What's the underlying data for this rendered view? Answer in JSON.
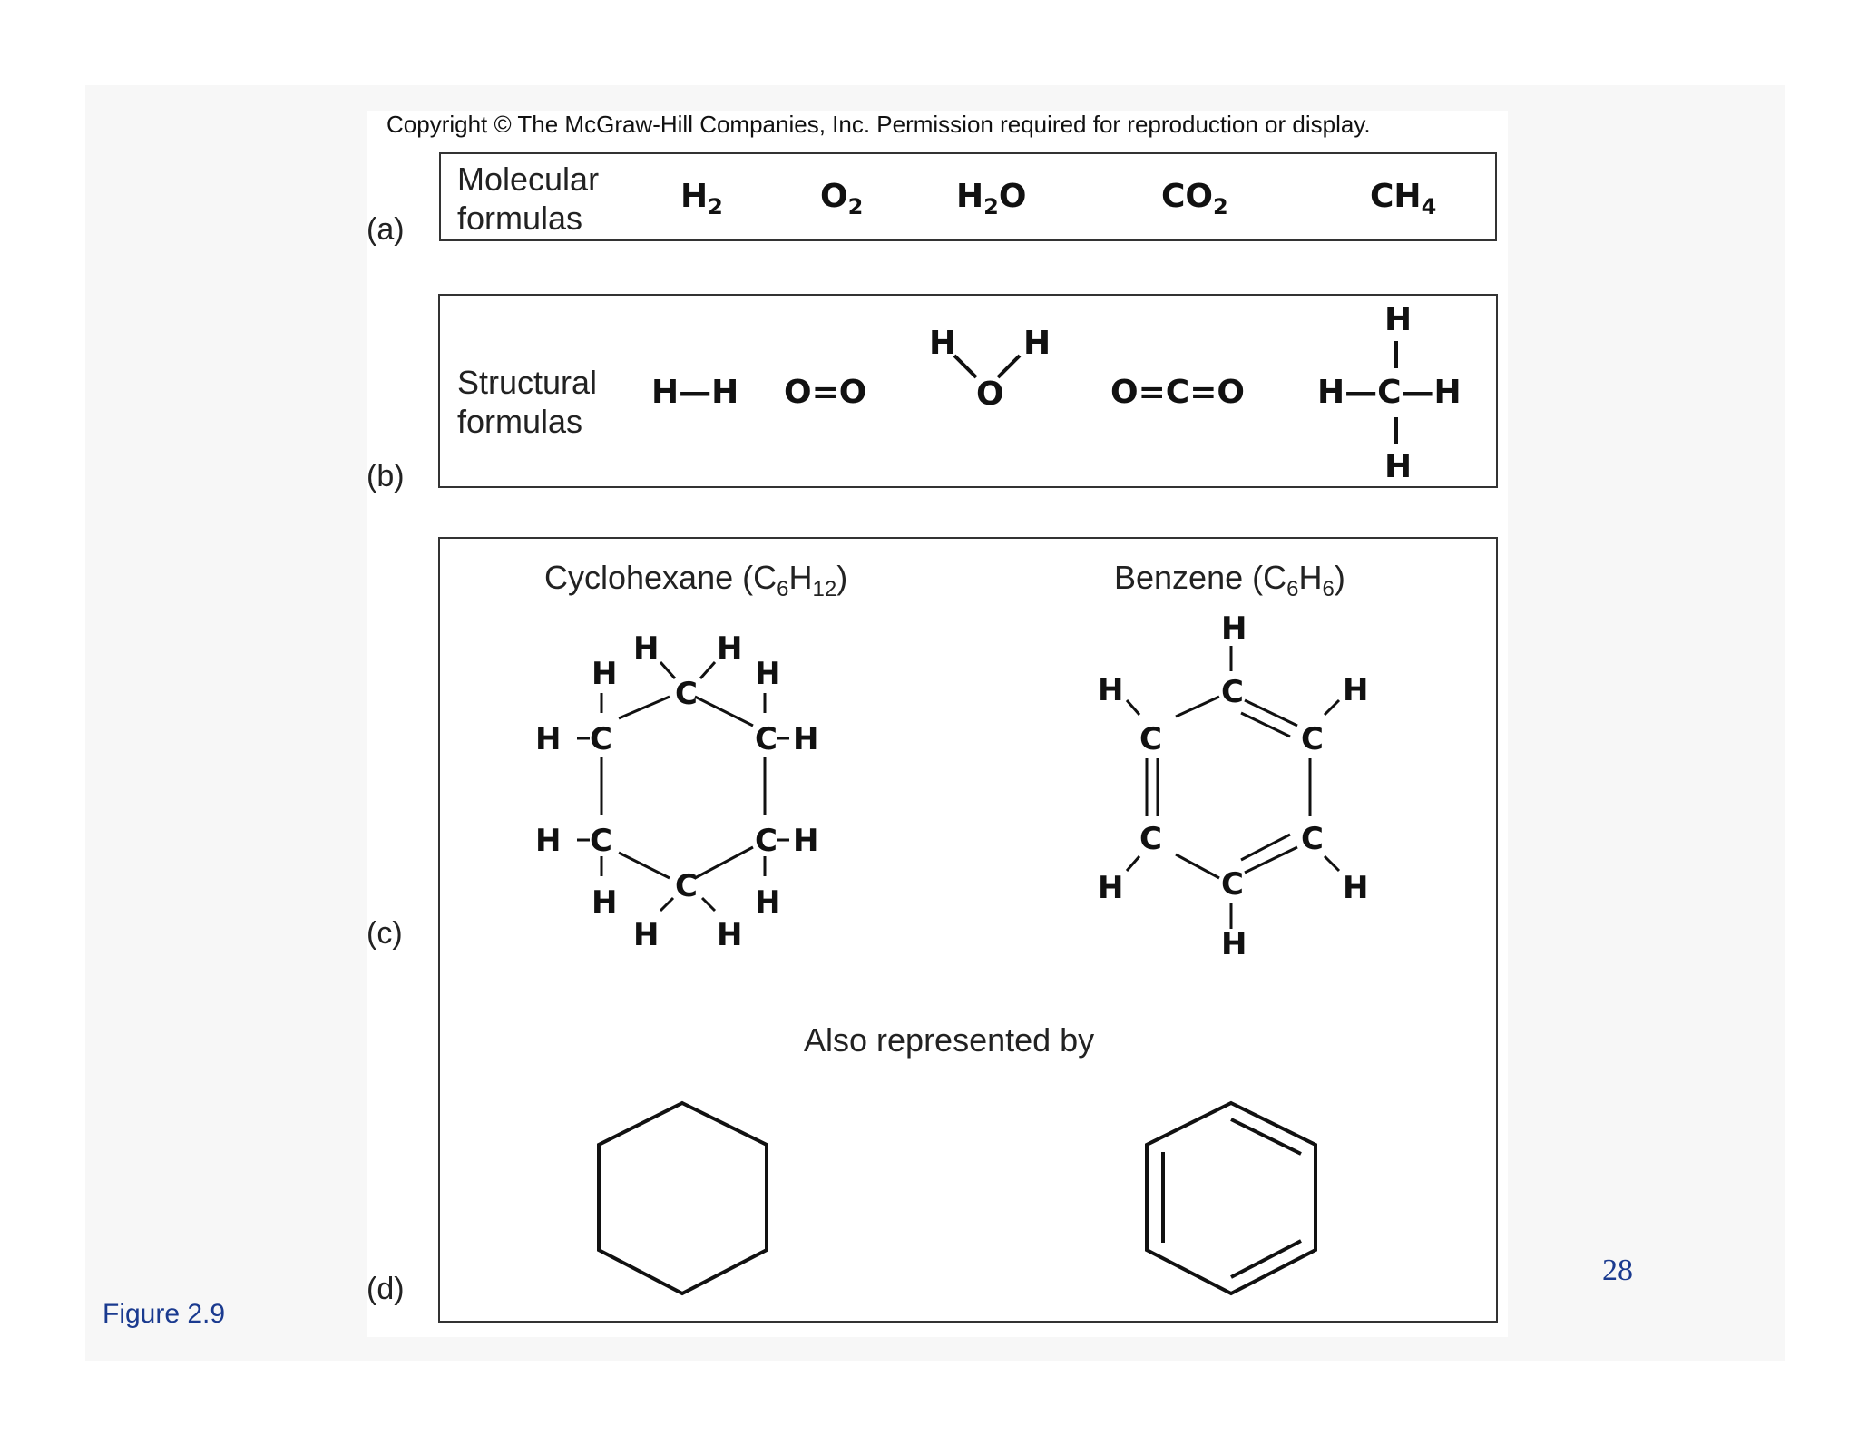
{
  "copyright": "Copyright © The McGraw-Hill Companies, Inc. Permission required for reproduction or display.",
  "parts": {
    "a": "(a)",
    "b": "(b)",
    "c": "(c)",
    "d": "(d)"
  },
  "molecular": {
    "label_line1": "Molecular",
    "label_line2": "formulas",
    "items": [
      {
        "base": "H",
        "sub": "2",
        "rest": ""
      },
      {
        "base": "O",
        "sub": "2",
        "rest": ""
      },
      {
        "base": "H",
        "sub": "2",
        "rest": "O"
      },
      {
        "base": "CO",
        "sub": "2",
        "rest": ""
      },
      {
        "base": "CH",
        "sub": "4",
        "rest": ""
      }
    ]
  },
  "structural": {
    "label_line1": "Structural",
    "label_line2": "formulas",
    "h2": "H—H",
    "o2": "O=O",
    "co2": "O=C=O",
    "methane_row": "H—C—H",
    "h": "H",
    "o": "O",
    "c": "C"
  },
  "rings": {
    "cyclohexane_name": "Cyclohexane (C",
    "cyclohexane_sub1": "6",
    "cyclohexane_mid": "H",
    "cyclohexane_sub2": "12",
    "cyclohexane_end": ")",
    "benzene_name": "Benzene (C",
    "benzene_sub1": "6",
    "benzene_mid": "H",
    "benzene_sub2": "6",
    "benzene_end": ")",
    "also": "Also represented by"
  },
  "footer": {
    "figure": "Figure 2.9",
    "page": "28"
  }
}
